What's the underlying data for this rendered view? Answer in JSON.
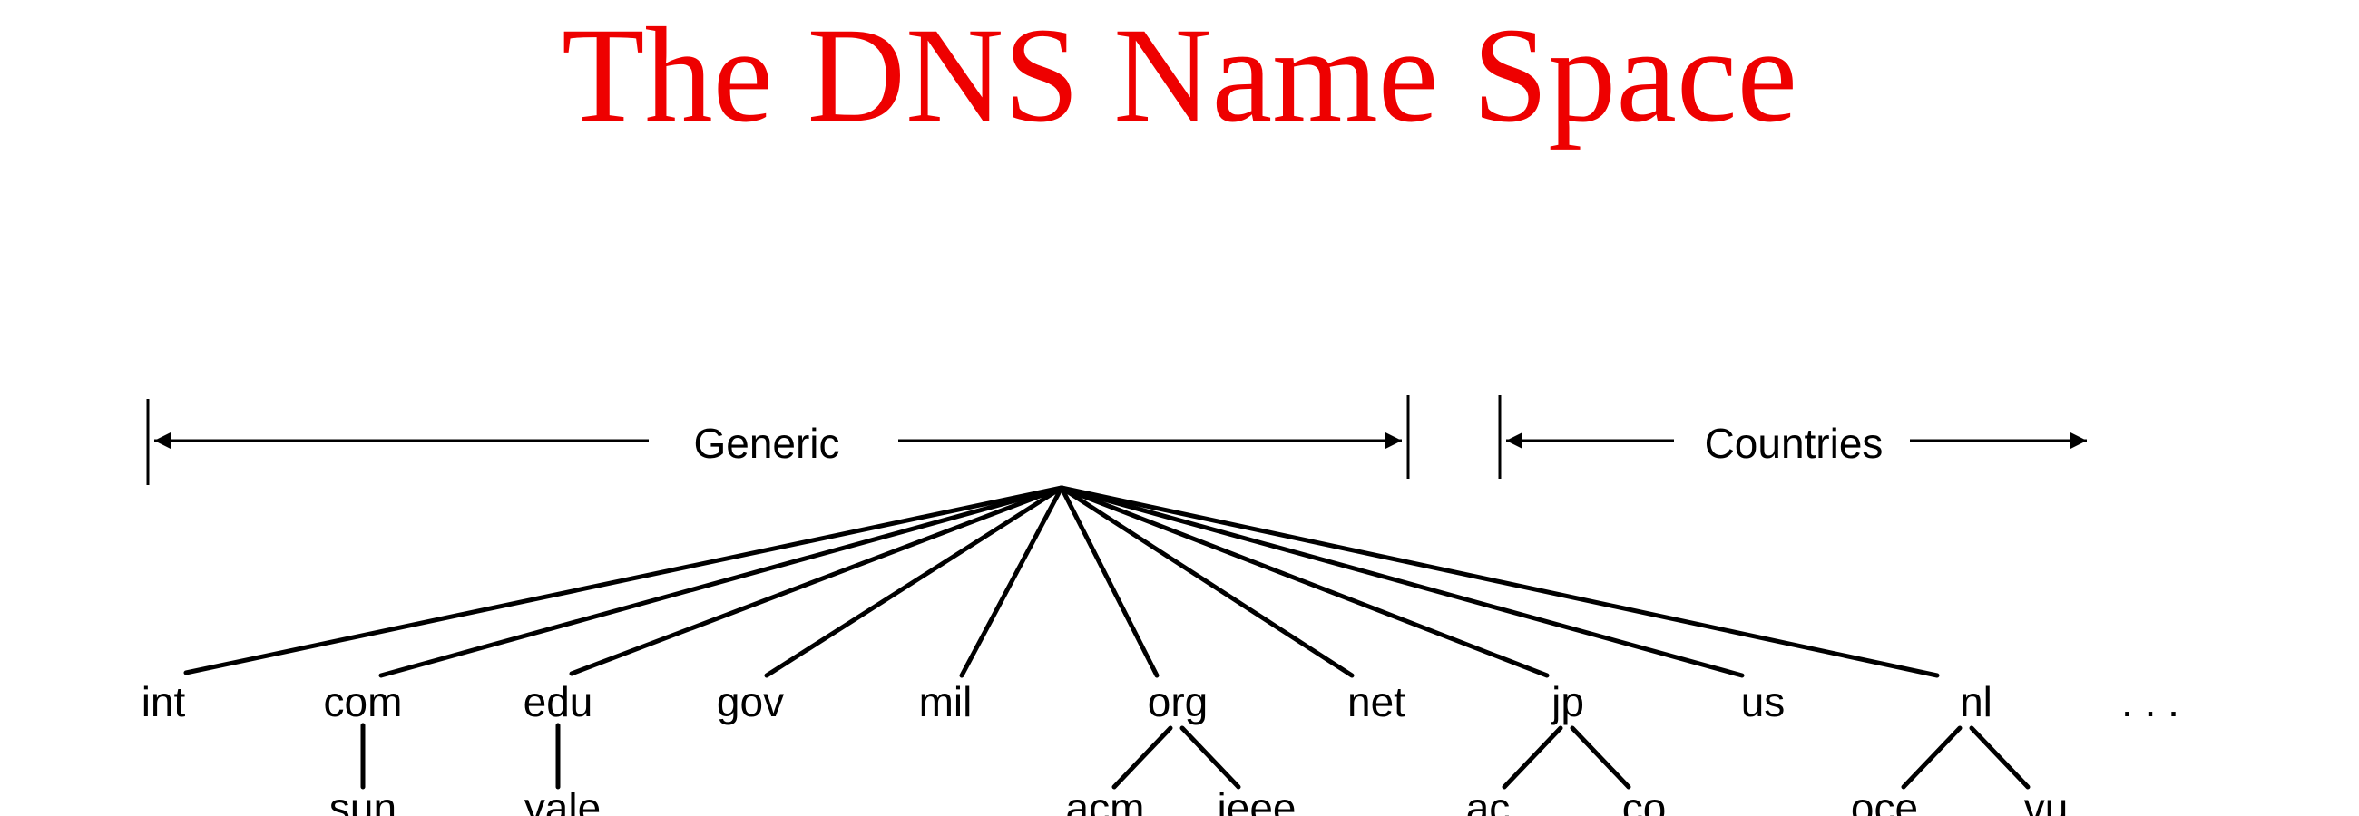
{
  "title": "The DNS Name Space",
  "title_color": "#ee0000",
  "groups": {
    "generic": "Generic",
    "countries": "Countries"
  },
  "tld": {
    "int": "int",
    "com": "com",
    "edu": "edu",
    "gov": "gov",
    "mil": "mil",
    "org": "org",
    "net": "net",
    "jp": "jp",
    "us": "us",
    "nl": "nl",
    "more": ". . ."
  },
  "sld": {
    "sun": "sun",
    "yale": "yale",
    "acm": "acm",
    "ieee": "ieee",
    "ac": "ac",
    "co": "co",
    "oce": "oce",
    "vu": "vu"
  }
}
